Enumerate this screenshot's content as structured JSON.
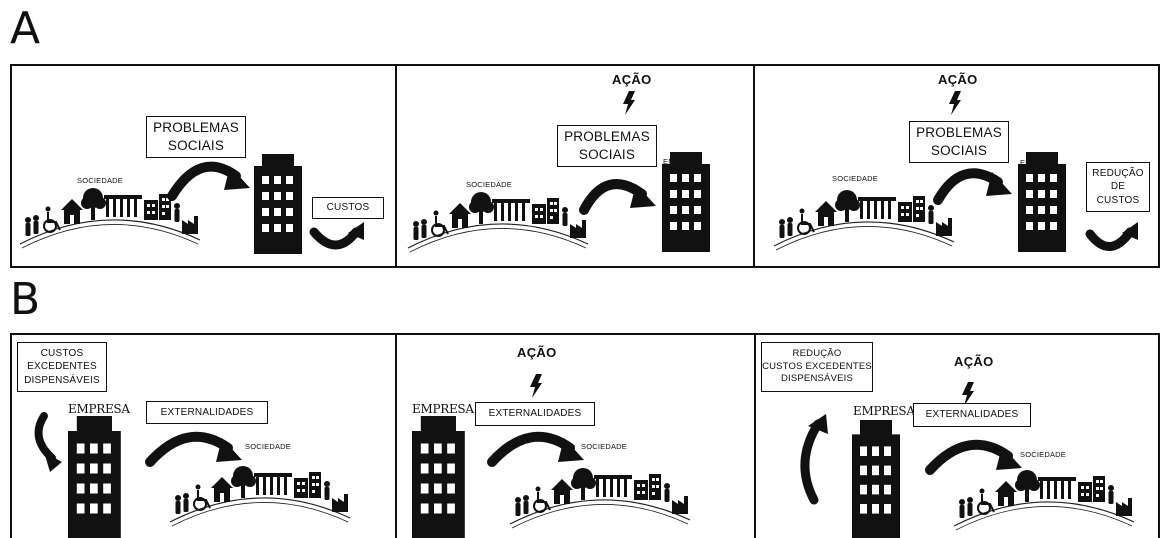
{
  "sections": {
    "a": "A",
    "b": "B"
  },
  "labels": {
    "problemas_sociais": "PROBLEMAS\nSOCIAIS",
    "custos": "CUSTOS",
    "reducao_de_custos": "REDUÇÃO\nDE\nCUSTOS",
    "custos_excedentes": "CUSTOS\nEXCEDENTES\nDISPENSÁVEIS",
    "reducao_custos_excedentes": "REDUÇÃO\nCUSTOS  EXCEDENTES\nDISPENSÁVEIS",
    "externalidades": "EXTERNALIDADES",
    "acao": "AÇÃO",
    "sociedade": "SOCIEDADE",
    "empresa": "EMPRESA",
    "empresa_b": "EMPRESA"
  },
  "icons": [
    "building-icon",
    "curved-arrow-icon",
    "lightning-icon",
    "society-skyline-icon"
  ]
}
